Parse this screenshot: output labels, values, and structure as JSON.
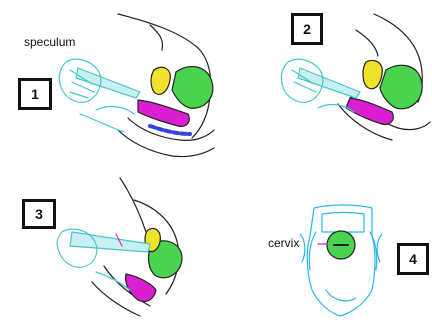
{
  "panels": [
    {
      "number": "1",
      "label": "speculum"
    },
    {
      "number": "2"
    },
    {
      "number": "3"
    },
    {
      "number": "4",
      "label": "cervix"
    }
  ],
  "colors": {
    "outline": "#222222",
    "instrument": "#48c8c8",
    "uterus": "#49d34f",
    "bladder": "#f0e12a",
    "rectum": "#d91fcf",
    "sacrum": "#3344dd",
    "cervix_view": "#2bb6e6"
  }
}
